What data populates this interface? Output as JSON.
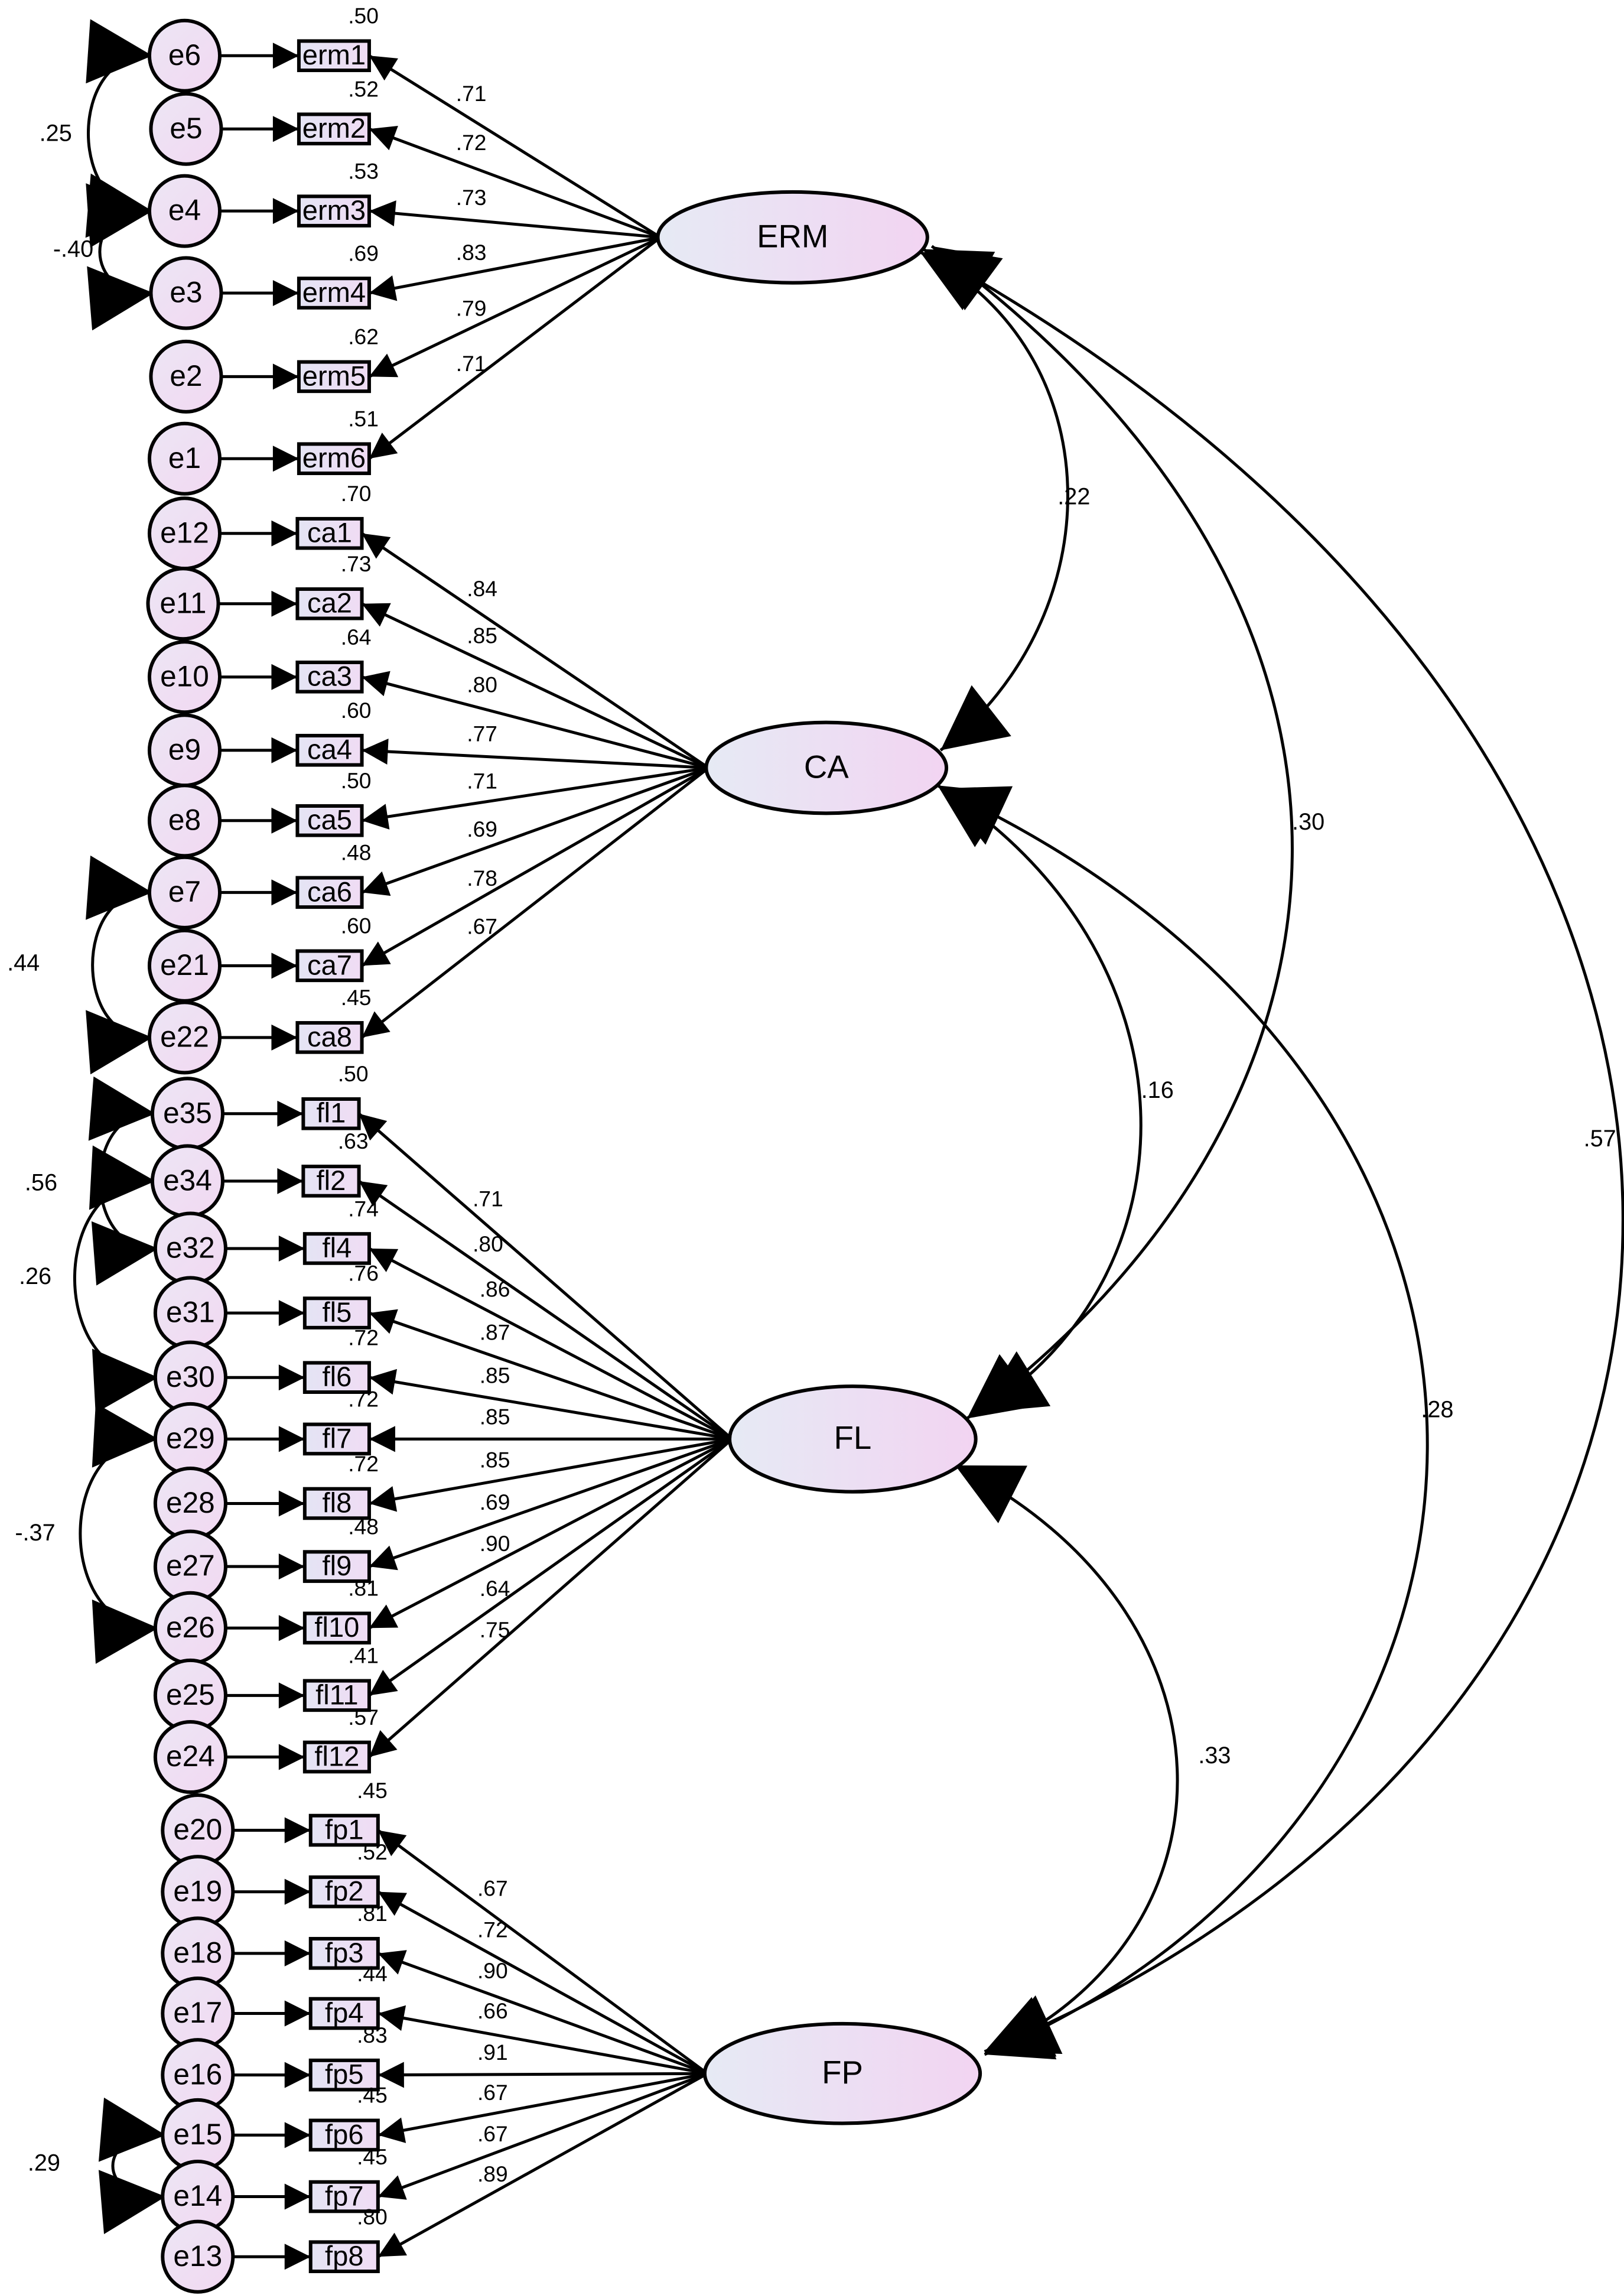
{
  "colors": {
    "latent_fill_left": "#e6eaf4",
    "latent_fill_right": "#f2d4f2",
    "error_fill": "#eedcf2",
    "indicator_fill": "#e8dcf4",
    "stroke": "#000000"
  },
  "latents": [
    {
      "id": "ERM",
      "label": "ERM"
    },
    {
      "id": "CA",
      "label": "CA"
    },
    {
      "id": "FL",
      "label": "FL"
    },
    {
      "id": "FP",
      "label": "FP"
    }
  ],
  "indicators": [
    {
      "label": "erm1",
      "error": "e6",
      "loading": ".71",
      "r2": ".50",
      "latent": "ERM"
    },
    {
      "label": "erm2",
      "error": "e5",
      "loading": ".72",
      "r2": ".52",
      "latent": "ERM"
    },
    {
      "label": "erm3",
      "error": "e4",
      "loading": ".73",
      "r2": ".53",
      "latent": "ERM"
    },
    {
      "label": "erm4",
      "error": "e3",
      "loading": ".83",
      "r2": ".69",
      "latent": "ERM"
    },
    {
      "label": "erm5",
      "error": "e2",
      "loading": ".79",
      "r2": ".62",
      "latent": "ERM"
    },
    {
      "label": "erm6",
      "error": "e1",
      "loading": ".71",
      "r2": ".51",
      "latent": "ERM"
    },
    {
      "label": "ca1",
      "error": "e12",
      "loading": ".84",
      "r2": ".70",
      "latent": "CA"
    },
    {
      "label": "ca2",
      "error": "e11",
      "loading": ".85",
      "r2": ".73",
      "latent": "CA"
    },
    {
      "label": "ca3",
      "error": "e10",
      "loading": ".80",
      "r2": ".64",
      "latent": "CA"
    },
    {
      "label": "ca4",
      "error": "e9",
      "loading": ".77",
      "r2": ".60",
      "latent": "CA"
    },
    {
      "label": "ca5",
      "error": "e8",
      "loading": ".71",
      "r2": ".50",
      "latent": "CA"
    },
    {
      "label": "ca6",
      "error": "e7",
      "loading": ".69",
      "r2": ".48",
      "latent": "CA"
    },
    {
      "label": "ca7",
      "error": "e21",
      "loading": ".78",
      "r2": ".60",
      "latent": "CA"
    },
    {
      "label": "ca8",
      "error": "e22",
      "loading": ".67",
      "r2": ".45",
      "latent": "CA"
    },
    {
      "label": "fl1",
      "error": "e35",
      "loading": ".71",
      "r2": ".50",
      "latent": "FL"
    },
    {
      "label": "fl2",
      "error": "e34",
      "loading": ".80",
      "r2": ".63",
      "latent": "FL"
    },
    {
      "label": "fl4",
      "error": "e32",
      "loading": ".86",
      "r2": ".74",
      "latent": "FL"
    },
    {
      "label": "fl5",
      "error": "e31",
      "loading": ".87",
      "r2": ".76",
      "latent": "FL"
    },
    {
      "label": "fl6",
      "error": "e30",
      "loading": ".85",
      "r2": ".72",
      "latent": "FL"
    },
    {
      "label": "fl7",
      "error": "e29",
      "loading": ".85",
      "r2": ".72",
      "latent": "FL"
    },
    {
      "label": "fl8",
      "error": "e28",
      "loading": ".85",
      "r2": ".72",
      "latent": "FL"
    },
    {
      "label": "fl9",
      "error": "e27",
      "loading": ".69",
      "r2": ".48",
      "latent": "FL"
    },
    {
      "label": "fl10",
      "error": "e26",
      "loading": ".90",
      "r2": ".81",
      "latent": "FL"
    },
    {
      "label": "fl11",
      "error": "e25",
      "loading": ".64",
      "r2": ".41",
      "latent": "FL"
    },
    {
      "label": "fl12",
      "error": "e24",
      "loading": ".75",
      "r2": ".57",
      "latent": "FL"
    },
    {
      "label": "fp1",
      "error": "e20",
      "loading": ".67",
      "r2": ".45",
      "latent": "FP"
    },
    {
      "label": "fp2",
      "error": "e19",
      "loading": ".72",
      "r2": ".52",
      "latent": "FP"
    },
    {
      "label": "fp3",
      "error": "e18",
      "loading": ".90",
      "r2": ".81",
      "latent": "FP"
    },
    {
      "label": "fp4",
      "error": "e17",
      "loading": ".66",
      "r2": ".44",
      "latent": "FP"
    },
    {
      "label": "fp5",
      "error": "e16",
      "loading": ".91",
      "r2": ".83",
      "latent": "FP"
    },
    {
      "label": "fp6",
      "error": "e15",
      "loading": ".67",
      "r2": ".45",
      "latent": "FP"
    },
    {
      "label": "fp7",
      "error": "e14",
      "loading": ".67",
      "r2": ".45",
      "latent": "FP"
    },
    {
      "label": "fp8",
      "error": "e13",
      "loading": ".89",
      "r2": ".80",
      "latent": "FP"
    }
  ],
  "latent_covariances": [
    {
      "from": "ERM",
      "to": "CA",
      "value": ".22"
    },
    {
      "from": "ERM",
      "to": "FL",
      "value": ".30"
    },
    {
      "from": "ERM",
      "to": "FP",
      "value": ".57"
    },
    {
      "from": "CA",
      "to": "FL",
      "value": ".16"
    },
    {
      "from": "CA",
      "to": "FP",
      "value": ".28"
    },
    {
      "from": "FL",
      "to": "FP",
      "value": ".33"
    }
  ],
  "error_covariances": [
    {
      "from": "e6",
      "to": "e4",
      "value": ".25"
    },
    {
      "from": "e4",
      "to": "e3",
      "value": "-.40"
    },
    {
      "from": "e7",
      "to": "e22",
      "value": ".44"
    },
    {
      "from": "e35",
      "to": "e32",
      "value": ".56"
    },
    {
      "from": "e34",
      "to": "e30",
      "value": ".26"
    },
    {
      "from": "e29",
      "to": "e26",
      "value": "-.37"
    },
    {
      "from": "e15",
      "to": "e14",
      "value": ".29"
    }
  ]
}
